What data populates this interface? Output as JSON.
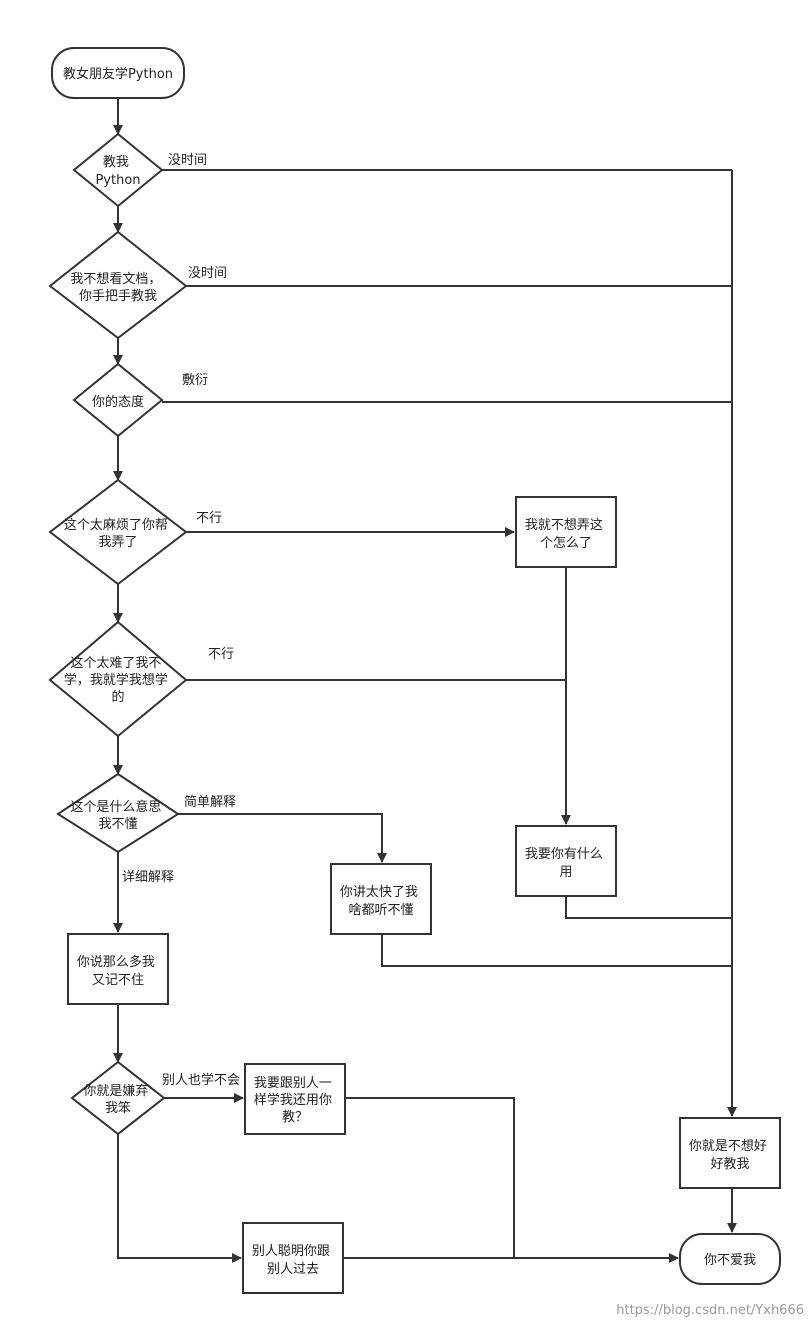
{
  "flowchart": {
    "nodes": {
      "start": {
        "lines": [
          "教女朋友学Python"
        ]
      },
      "d_teach": {
        "lines": [
          "教我",
          "Python"
        ]
      },
      "d_nodocs": {
        "lines": [
          "我不想看文档，",
          "你手把手教我"
        ]
      },
      "d_attitude": {
        "lines": [
          "你的态度"
        ]
      },
      "d_troublesome": {
        "lines": [
          "这个太麻烦了你帮",
          "我弄了"
        ]
      },
      "p_justdontwant": {
        "lines": [
          "我就不想弄这",
          "个怎么了"
        ]
      },
      "d_toohard": {
        "lines": [
          "这个太难了我不",
          "学，我就学我想学",
          "的"
        ]
      },
      "d_meaning": {
        "lines": [
          "这个是什么意思",
          "我不懂"
        ]
      },
      "p_toofast": {
        "lines": [
          "你讲太快了我",
          "啥都听不懂"
        ]
      },
      "p_whatuse": {
        "lines": [
          "我要你有什么",
          "用"
        ]
      },
      "p_toomuch": {
        "lines": [
          "你说那么多我",
          "又记不住"
        ]
      },
      "d_stupid": {
        "lines": [
          "你就是嫌弃",
          "我笨"
        ]
      },
      "p_likeothers": {
        "lines": [
          "我要跟别人一",
          "样学我还用你",
          "教？"
        ]
      },
      "p_clever": {
        "lines": [
          "别人聪明你跟",
          "别人过去"
        ]
      },
      "p_dontwant": {
        "lines": [
          "你就是不想好",
          "好教我"
        ]
      },
      "end": {
        "lines": [
          "你不爱我"
        ]
      }
    },
    "edge_labels": {
      "no_time_1": "没时间",
      "no_time_2": "没时间",
      "perfunctory": "敷衍",
      "no_1": "不行",
      "no_2": "不行",
      "simple": "简单解释",
      "detailed": "详细解释",
      "others": "别人也学不会"
    },
    "watermark": "https://blog.csdn.net/Yxh666"
  }
}
